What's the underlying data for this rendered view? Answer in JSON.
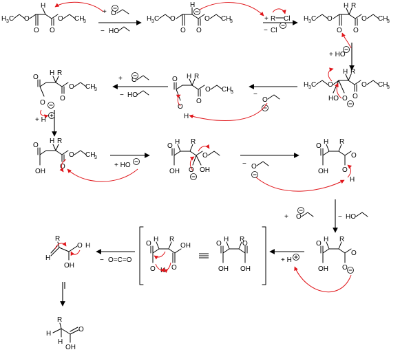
{
  "atoms": {
    "O": "O",
    "H": "H",
    "R": "R",
    "C": "C",
    "CH3": "CH",
    "CH3_sub": "3",
    "H3C": "H",
    "H3C_sub": "3",
    "H3C_C": "C",
    "OH": "OH",
    "HO": "HO",
    "Cl": "Cl",
    "R_Cl": "R",
    "minus": "−",
    "plus": "+"
  },
  "reagents": {
    "step1": {
      "add": "+",
      "remove": "−",
      "remove_text": "HO"
    },
    "step2": {
      "add": "+",
      "remove": "−",
      "chloride": "Cl"
    },
    "step3": {
      "add": "+ HO"
    },
    "step4": {
      "add": "+",
      "remove": "−",
      "remove_text": "HO"
    },
    "step5": {
      "add": "+ H"
    },
    "step6": {
      "add": "+  HO"
    },
    "step7": {
      "remove": "−"
    },
    "step8": {
      "add": "+",
      "remove": "−",
      "remove_text": "HO"
    },
    "step9": {
      "add": "+ H"
    },
    "step10": {
      "remove": "−",
      "co2": "O=C=O"
    }
  },
  "colors": {
    "arrow": "#e0161b",
    "ink": "#000000"
  }
}
